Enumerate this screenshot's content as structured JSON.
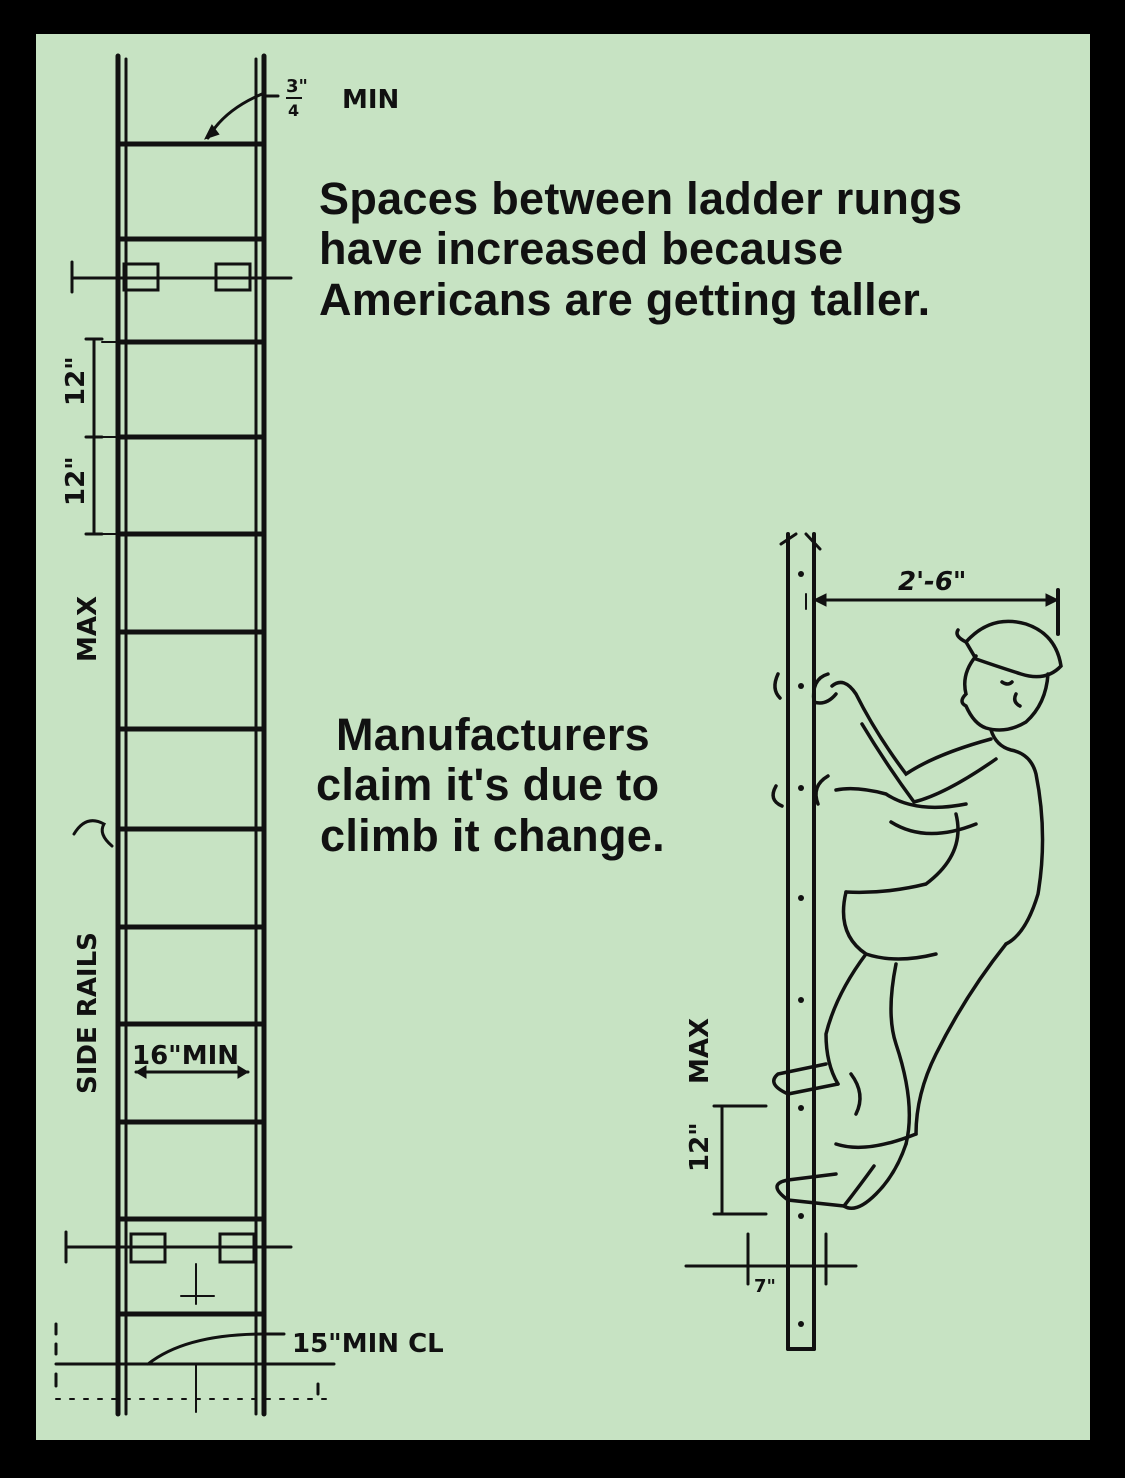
{
  "captions": {
    "top": {
      "line1": "Spaces between ladder rungs",
      "line2": "have increased because",
      "line3": "Americans are getting taller."
    },
    "middle": {
      "line1": "Manufacturers",
      "line2": "claim it's due to",
      "line3": "climb it change."
    }
  },
  "ladder_labels": {
    "top_min_fraction": "3\"",
    "top_min_den": "4",
    "top_min_suffix": "MIN",
    "spacing_a": "12\"",
    "spacing_b": "12\"",
    "max": "MAX",
    "side_rails": "SIDE RAILS",
    "width_min": "16\"MIN",
    "bottom_clearance": "15\"MIN CL"
  },
  "climber_labels": {
    "reach": "2'-6\"",
    "rung_spacing": "12\"",
    "max": "MAX",
    "foot_clearance": "7\""
  },
  "colors": {
    "background": "#c7e3c3",
    "border": "#000000",
    "ink": "#111111"
  }
}
